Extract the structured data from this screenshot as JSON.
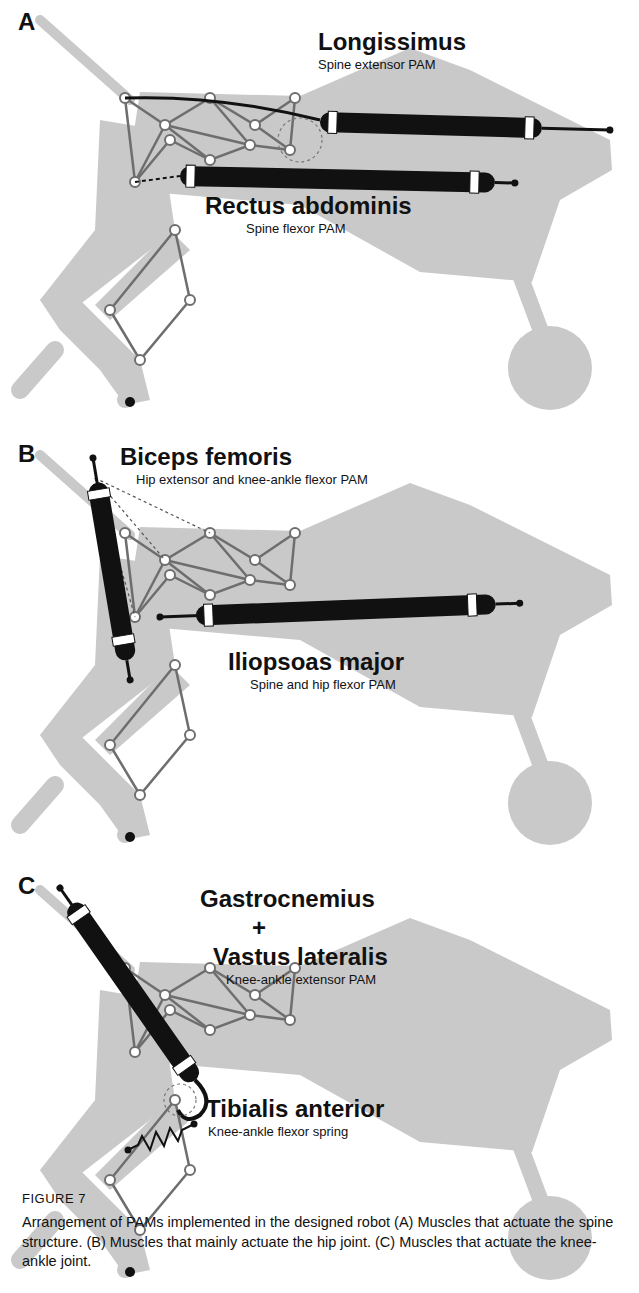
{
  "diagram": {
    "caption": "Arrangement of PAMs implemented in the designed robot (A) Muscles that actuate the spine structure. (B) Muscles that mainly actuate the hip joint. (C) Muscles that actuate the knee-ankle joint.",
    "labels": [
      "A",
      "Longissimus",
      "Spine extensor PAM",
      "Rectus abdominis",
      "Spine flexor PAM",
      "B",
      "Biceps femoris",
      "Hip extensor and knee-ankle flexor PAM",
      "Iliopsoas major",
      "Spine and hip flexor PAM",
      "C",
      "Gastrocnemius",
      "+",
      "Vastus lateralis",
      "Knee-ankle extensor PAM",
      "Tibialis anterior",
      "Knee-ankle flexor spring",
      "FIGURE 7"
    ]
  }
}
